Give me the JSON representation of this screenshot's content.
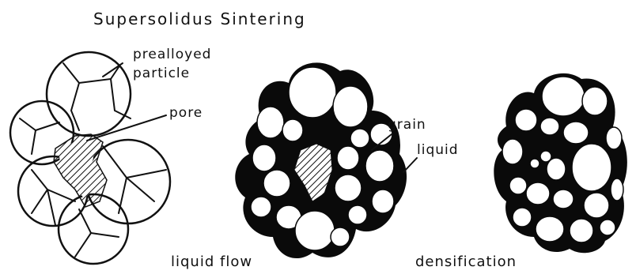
{
  "title": "Supersolidus Sintering",
  "labels": {
    "prealloyed_line1": "prealloyed",
    "prealloyed_line2": "particle",
    "pore": "pore",
    "grain": "grain",
    "liquid": "liquid"
  },
  "captions": {
    "stage2": "liquid flow",
    "stage3": "densification"
  }
}
